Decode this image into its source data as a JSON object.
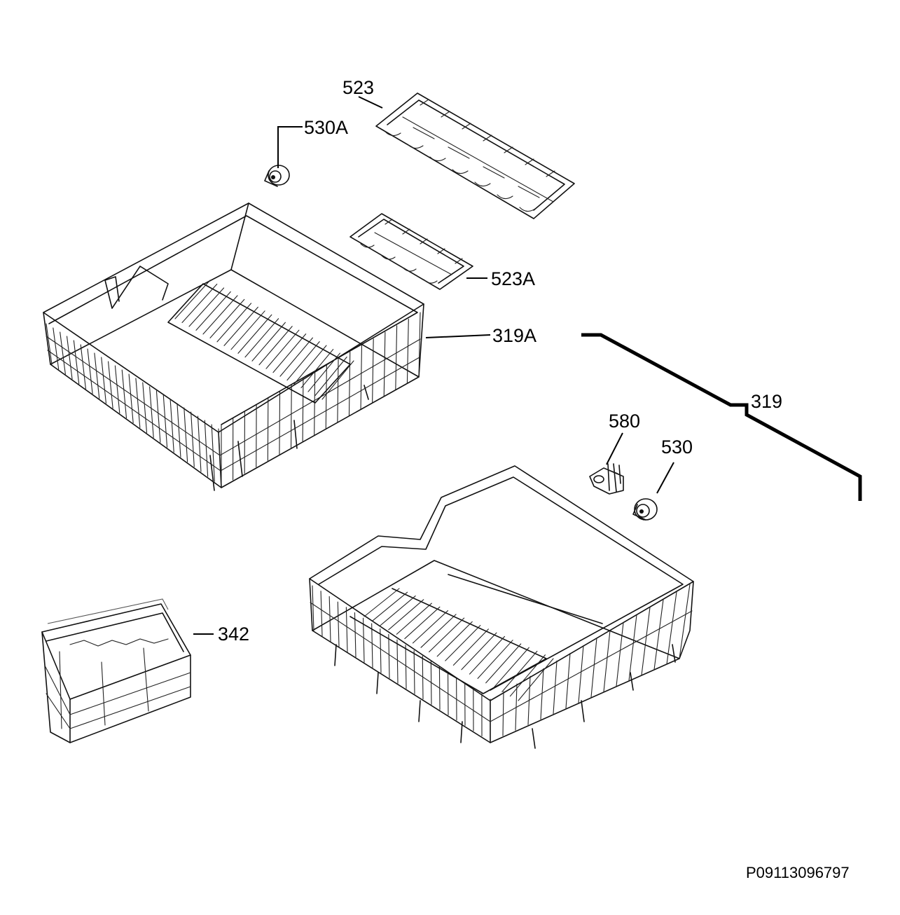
{
  "callouts": {
    "c523": "523",
    "c530A": "530A",
    "c523A": "523A",
    "c319A": "319A",
    "c319": "319",
    "c580": "580",
    "c530": "530",
    "c342": "342"
  },
  "document_number": "P09113096797"
}
